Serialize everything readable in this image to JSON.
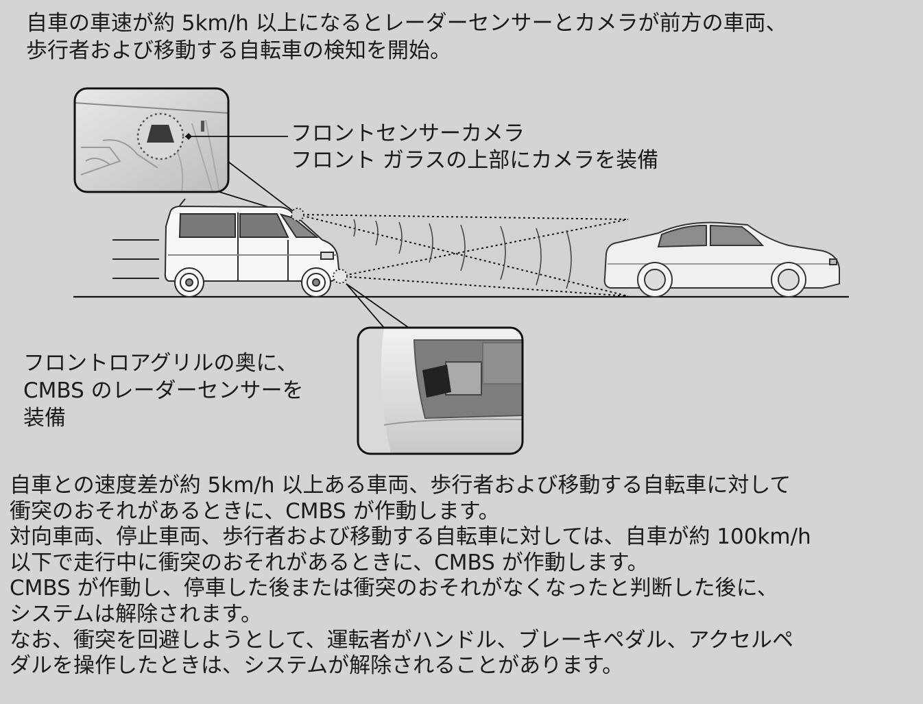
{
  "intro": {
    "lines": [
      "自車の車速が約 5km/h 以上になるとレーダーセンサーとカメラが前方の車両、",
      "歩行者および移動する自転車の検知を開始。"
    ]
  },
  "camera_callout": {
    "lines": [
      "フロントセンサーカメラ",
      "フロント ガラスの上部にカメラを装備"
    ]
  },
  "radar_callout": {
    "lines": [
      "フロントロアグリルの奥に、",
      "CMBS のレーダーセンサーを",
      "装備"
    ]
  },
  "body": {
    "lines": [
      "自車との速度差が約 5km/h 以上ある車両、歩行者および移動する自転車に対して",
      "衝突のおそれがあるときに、CMBS が作動します。",
      "対向車両、停止車両、歩行者および移動する自転車に対しては、自車が約 100km/h",
      "以下で走行中に衝突のおそれがあるときに、CMBS が作動します。",
      "CMBS が作動し、停車した後または衝突のおそれがなくなったと判断した後に、",
      "システムは解除されます。",
      "なお、衝突を回避しようとして、運転者がハンドル、ブレーキペダル、アクセルペ",
      "ダルを操作したときは、システムが解除されることがあります。"
    ]
  }
}
